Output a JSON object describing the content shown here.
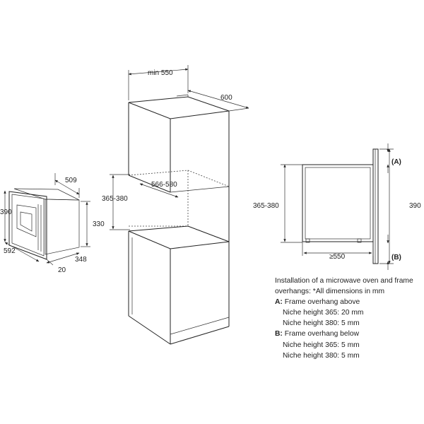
{
  "dimensions": {
    "min_width": "min 550",
    "depth_600": "600",
    "niche_width": "566-580",
    "niche_height": "365-380",
    "oven_depth": "509",
    "oven_height": "390",
    "oven_inner_height": "330",
    "oven_width": "592",
    "oven_body_width": "348",
    "oven_front_thickness": "20",
    "side_niche_height": "365-380",
    "side_total_height": "390",
    "side_depth": "≥550",
    "overhang_a": "(A)",
    "overhang_b": "(B)"
  },
  "notes": {
    "intro_1": "Installation of a microwave oven and frame",
    "intro_2": "overhangs: *All dimensions in mm",
    "a_label": "A:",
    "a_title": "Frame overhang above",
    "a_line1": "Niche height 365: 20 mm",
    "a_line2": "Niche height 380: 5 mm",
    "b_label": "B:",
    "b_title": "Frame overhang below",
    "b_line1": "Niche height 365: 5 mm",
    "b_line2": "Niche height 380: 5 mm"
  }
}
